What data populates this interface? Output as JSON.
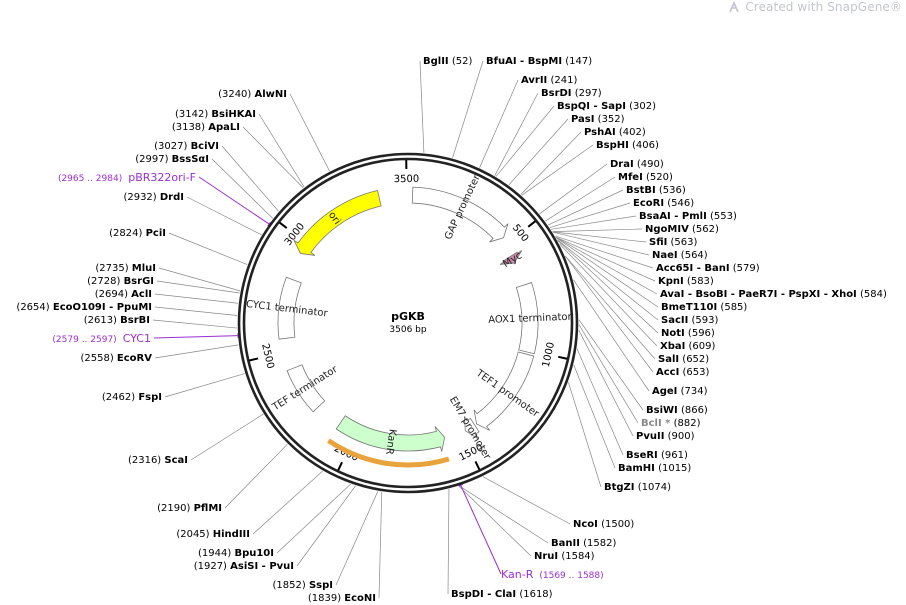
{
  "brand": {
    "created_with": "Created with",
    "name": "SnapGene",
    "reg": "®"
  },
  "plasmid": {
    "name": "pGKB",
    "length_label": "3506 bp",
    "length_bp": 3506
  },
  "ticks": [
    {
      "label": "500",
      "pos": 500
    },
    {
      "label": "1000",
      "pos": 1000
    },
    {
      "label": "1500",
      "pos": 1500
    },
    {
      "label": "2000",
      "pos": 2000
    },
    {
      "label": "2500",
      "pos": 2500
    },
    {
      "label": "3000",
      "pos": 3000
    },
    {
      "label": "3500",
      "pos": 3500
    }
  ],
  "features": [
    {
      "name": "ori",
      "start": 2950,
      "end": 3380,
      "dir": "ccw",
      "color": "#ffff00"
    },
    {
      "name": "GAP promoter",
      "start": 20,
      "end": 470,
      "dir": "cw",
      "color": "#ffffff"
    },
    {
      "name": "Myc",
      "start": 555,
      "end": 590,
      "dir": "cw",
      "color": "#c98aa6"
    },
    {
      "name": "AOX1 terminator",
      "start": 700,
      "end": 1010,
      "dir": "none",
      "color": "#ffffff"
    },
    {
      "name": "TEF1 promoter",
      "start": 1020,
      "end": 1420,
      "dir": "cw",
      "color": "#ffffff"
    },
    {
      "name": "EM7 promoter",
      "start": 1430,
      "end": 1480,
      "dir": "cw",
      "color": "#ffffff"
    },
    {
      "name": "KanR",
      "start": 1580,
      "end": 2085,
      "dir": "ccw",
      "color": "#ccffcc"
    },
    {
      "name": "TEF terminator",
      "start": 2210,
      "end": 2420,
      "dir": "none",
      "color": "#ffffff"
    },
    {
      "name": "CYC1 terminator",
      "start": 2560,
      "end": 2830,
      "dir": "none",
      "color": "#ffffff"
    }
  ],
  "sites": [
    {
      "name": "BglII",
      "pos_label": "(52)",
      "side": "top"
    },
    {
      "name": "BfuAI",
      "name2": "BspMI",
      "pos_label": "(147)",
      "side": "right"
    },
    {
      "name": "AvrII",
      "pos_label": "(241)",
      "side": "right"
    },
    {
      "name": "BsrDI",
      "pos_label": "(297)",
      "side": "right"
    },
    {
      "name": "BspQI",
      "name2": "SapI",
      "pos_label": "(302)",
      "side": "right"
    },
    {
      "name": "PasI",
      "pos_label": "(352)",
      "side": "right"
    },
    {
      "name": "PshAI",
      "pos_label": "(402)",
      "side": "right"
    },
    {
      "name": "BspHI",
      "pos_label": "(406)",
      "side": "right"
    },
    {
      "name": "DraI",
      "pos_label": "(490)",
      "side": "right"
    },
    {
      "name": "MfeI",
      "pos_label": "(520)",
      "side": "right"
    },
    {
      "name": "BstBI",
      "pos_label": "(536)",
      "side": "right"
    },
    {
      "name": "EcoRI",
      "pos_label": "(546)",
      "side": "right"
    },
    {
      "name": "BsaAI",
      "name2": "PmlI",
      "pos_label": "(553)",
      "side": "right"
    },
    {
      "name": "NgoMIV",
      "pos_label": "(562)",
      "side": "right"
    },
    {
      "name": "SfiI",
      "pos_label": "(563)",
      "side": "right"
    },
    {
      "name": "NaeI",
      "pos_label": "(564)",
      "side": "right"
    },
    {
      "name": "Acc65I",
      "name2": "BanI",
      "pos_label": "(579)",
      "side": "right"
    },
    {
      "name": "KpnI",
      "pos_label": "(583)",
      "side": "right"
    },
    {
      "name": "AvaI",
      "name2": "BsoBI",
      "name3": "PaeR7I",
      "name4": "PspXI",
      "name5": "XhoI",
      "pos_label": "(584)",
      "side": "right"
    },
    {
      "name": "BmeT110I",
      "pos_label": "(585)",
      "side": "right"
    },
    {
      "name": "SacII",
      "pos_label": "(593)",
      "side": "right"
    },
    {
      "name": "NotI",
      "pos_label": "(596)",
      "side": "right"
    },
    {
      "name": "XbaI",
      "pos_label": "(609)",
      "side": "right"
    },
    {
      "name": "SalI",
      "pos_label": "(652)",
      "side": "right"
    },
    {
      "name": "AccI",
      "pos_label": "(653)",
      "side": "right"
    },
    {
      "name": "AgeI",
      "pos_label": "(734)",
      "side": "right"
    },
    {
      "name": "BsiWI",
      "pos_label": "(866)",
      "side": "right"
    },
    {
      "name": "BclI *",
      "pos_label": "(882)",
      "side": "right",
      "grey": true
    },
    {
      "name": "PvuII",
      "pos_label": "(900)",
      "side": "right"
    },
    {
      "name": "BseRI",
      "pos_label": "(961)",
      "side": "right"
    },
    {
      "name": "BamHI",
      "pos_label": "(1015)",
      "side": "right"
    },
    {
      "name": "BtgZI",
      "pos_label": "(1074)",
      "side": "right"
    },
    {
      "name": "NcoI",
      "pos_label": "(1500)",
      "side": "right"
    },
    {
      "name": "BanII",
      "pos_label": "(1582)",
      "side": "right"
    },
    {
      "name": "NruI",
      "pos_label": "(1584)",
      "side": "right"
    },
    {
      "name": "BspDI",
      "name2": "ClaI",
      "pos_label": "(1618)",
      "side": "bottom"
    },
    {
      "name": "EcoNI",
      "pos_label": "(1839)",
      "side": "left"
    },
    {
      "name": "SspI",
      "pos_label": "(1852)",
      "side": "left"
    },
    {
      "name": "AsiSI",
      "name2": "PvuI",
      "pos_label": "(1927)",
      "side": "left"
    },
    {
      "name": "Bpu10I",
      "pos_label": "(1944)",
      "side": "left"
    },
    {
      "name": "HindIII",
      "pos_label": "(2045)",
      "side": "left"
    },
    {
      "name": "PflMI",
      "pos_label": "(2190)",
      "side": "left"
    },
    {
      "name": "ScaI",
      "pos_label": "(2316)",
      "side": "left"
    },
    {
      "name": "FspI",
      "pos_label": "(2462)",
      "side": "left"
    },
    {
      "name": "EcoRV",
      "pos_label": "(2558)",
      "side": "left"
    },
    {
      "name": "BsrBI",
      "pos_label": "(2613)",
      "side": "left"
    },
    {
      "name": "EcoO109I",
      "name2": "PpuMI",
      "pos_label": "(2654)",
      "side": "left"
    },
    {
      "name": "AclI",
      "pos_label": "(2694)",
      "side": "left"
    },
    {
      "name": "BsrGI",
      "pos_label": "(2728)",
      "side": "left"
    },
    {
      "name": "MluI",
      "pos_label": "(2735)",
      "side": "left"
    },
    {
      "name": "PciI",
      "pos_label": "(2824)",
      "side": "left"
    },
    {
      "name": "DrdI",
      "pos_label": "(2932)",
      "side": "left"
    },
    {
      "name": "BssSαI",
      "pos_label": "(2997)",
      "side": "left"
    },
    {
      "name": "BciVI",
      "pos_label": "(3027)",
      "side": "left"
    },
    {
      "name": "ApaLI",
      "pos_label": "(3138)",
      "side": "left"
    },
    {
      "name": "BsiHKAI",
      "pos_label": "(3142)",
      "side": "left"
    },
    {
      "name": "AlwNI",
      "pos_label": "(3240)",
      "side": "left"
    }
  ],
  "primers": [
    {
      "name": "pBR322ori-F",
      "range_label": "(2965 .. 2984)",
      "side": "left"
    },
    {
      "name": "CYC1",
      "range_label": "(2579 .. 2597)",
      "side": "left"
    },
    {
      "name": "Kan-R",
      "range_label": "(1569 .. 1588)",
      "side": "bottom"
    }
  ],
  "colors": {
    "primer": "#9a2fd0",
    "backbone": "#222222",
    "kan_highlight": "#e8a33c"
  }
}
